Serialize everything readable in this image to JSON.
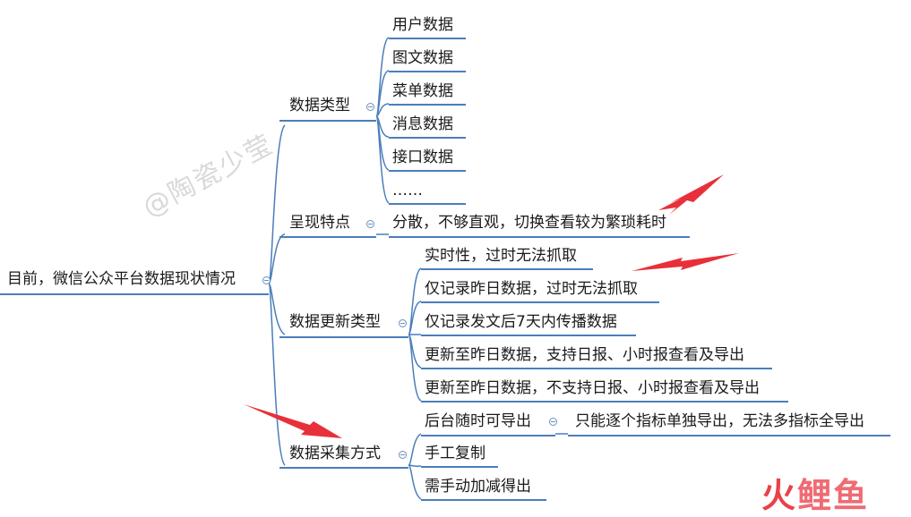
{
  "watermark": "@陶瓷少莹",
  "logo": {
    "part1": "火",
    "part2": "鲤鱼"
  },
  "root": "目前，微信公众平台数据现状情况",
  "branches": {
    "data_types": {
      "label": "数据类型",
      "children": [
        "用户数据",
        "图文数据",
        "菜单数据",
        "消息数据",
        "接口数据",
        "……"
      ]
    },
    "features": {
      "label": "呈现特点",
      "children": [
        "分散，不够直观，切换查看较为繁琐耗时"
      ]
    },
    "update_types": {
      "label": "数据更新类型",
      "children": [
        "实时性，过时无法抓取",
        "仅记录昨日数据，过时无法抓取",
        "仅记录发文后7天内传播数据",
        "更新至昨日数据，支持日报、小时报查看及导出",
        "更新至昨日数据，不支持日报、小时报查看及导出"
      ]
    },
    "collection": {
      "label": "数据采集方式",
      "children": [
        "后台随时可导出",
        "手工复制",
        "需手动加减得出"
      ],
      "sub": "只能逐个指标单独导出，无法多指标全导出"
    }
  },
  "colors": {
    "line": "#4a7ebb",
    "arrow": "#e8303a"
  }
}
